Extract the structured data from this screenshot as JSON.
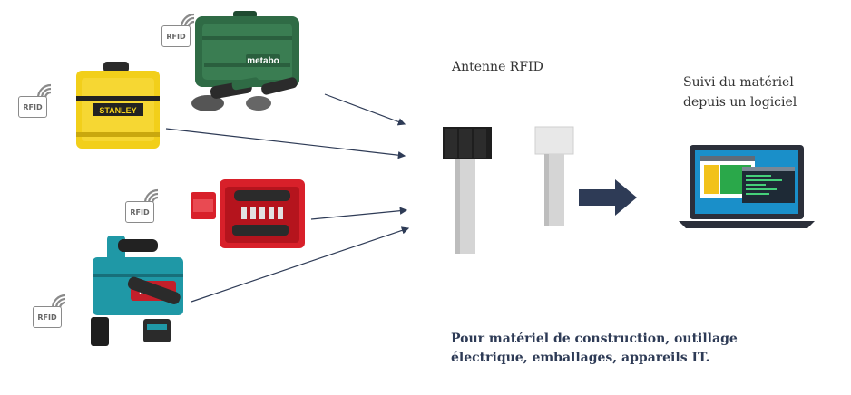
{
  "tags": {
    "rfid_label": "RFID"
  },
  "antenna": {
    "label": "Antenne RFID"
  },
  "software": {
    "line1": "Suivi du matériel",
    "line2": "depuis un logiciel"
  },
  "caption": {
    "line1": "Pour matériel de construction, outillage",
    "line2": "électrique, emballages, appareils IT."
  },
  "brands": {
    "metabo": "metabo",
    "stanley": "STANLEY",
    "makita": "makita"
  },
  "colors": {
    "arrow": "#2e3b56",
    "metabo_case": "#2f6b45",
    "stanley_case": "#f2cf1a",
    "red_case": "#d8202a",
    "makita_case": "#1f98a6",
    "laptop_screen": "#1a8fc9"
  }
}
